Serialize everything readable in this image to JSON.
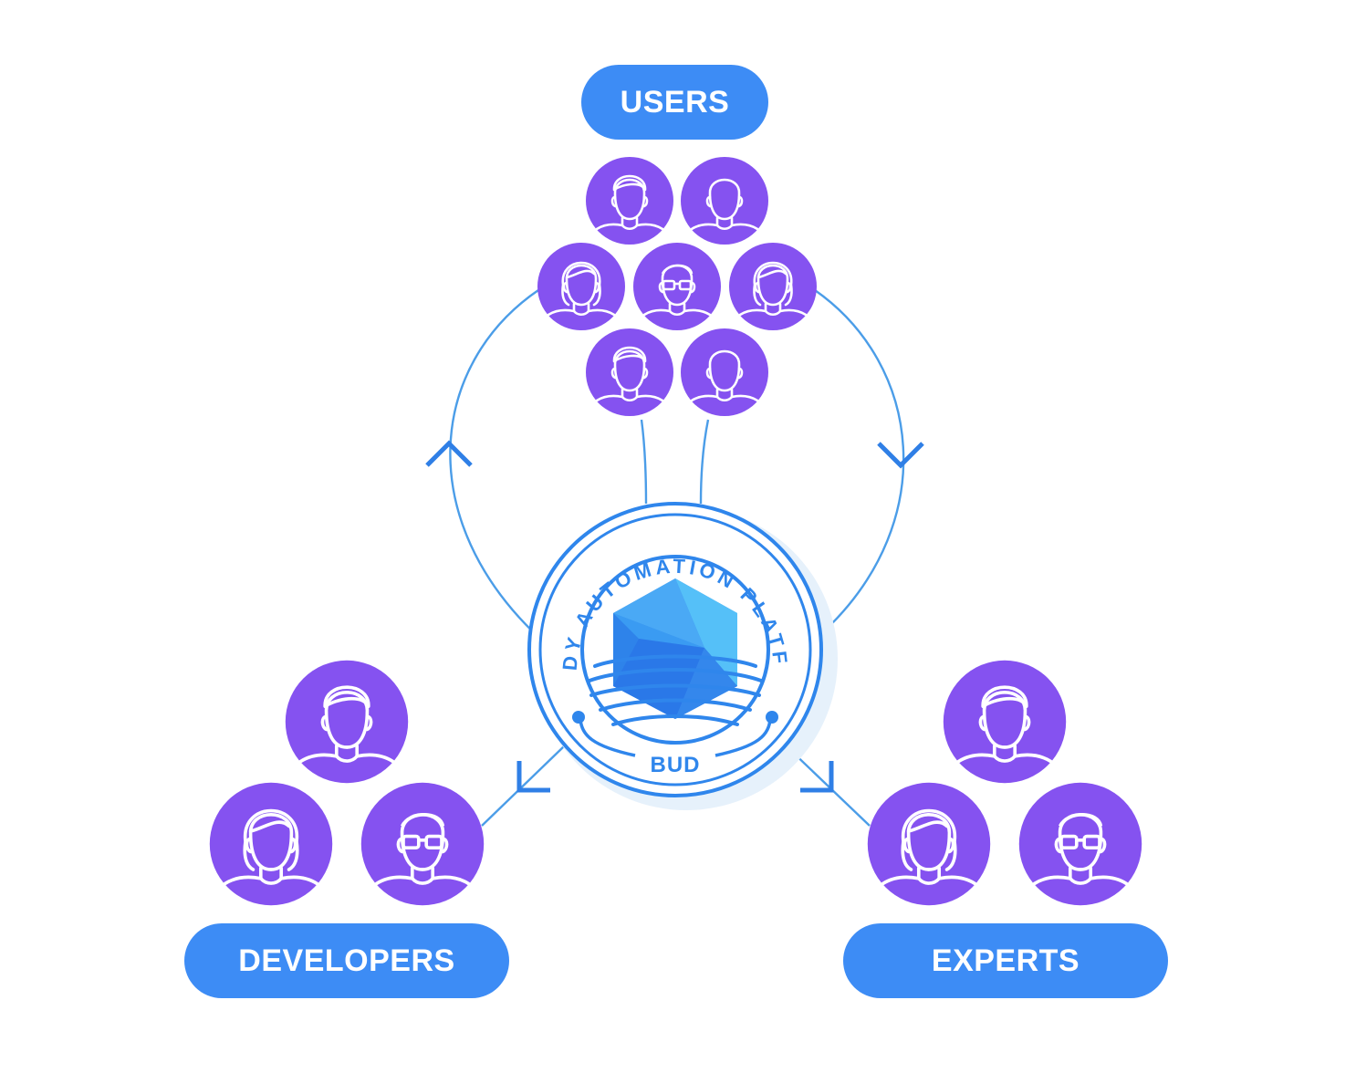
{
  "groups": {
    "users": {
      "label": "USERS",
      "avatar_count": 7
    },
    "developers": {
      "label": "DEVELOPERS",
      "avatar_count": 3
    },
    "experts": {
      "label": "EXPERTS",
      "avatar_count": 3
    }
  },
  "platform": {
    "ring_text": "BUDDY AUTOMATION PLATFORM",
    "badge_label": "BUD"
  },
  "colors": {
    "pill_blue": "#3d8cf5",
    "avatar_purple": "#8552f0",
    "line_blue": "#4b9de8",
    "arrow_blue": "#2f7fe6",
    "ring_blue": "#2f86ec"
  }
}
